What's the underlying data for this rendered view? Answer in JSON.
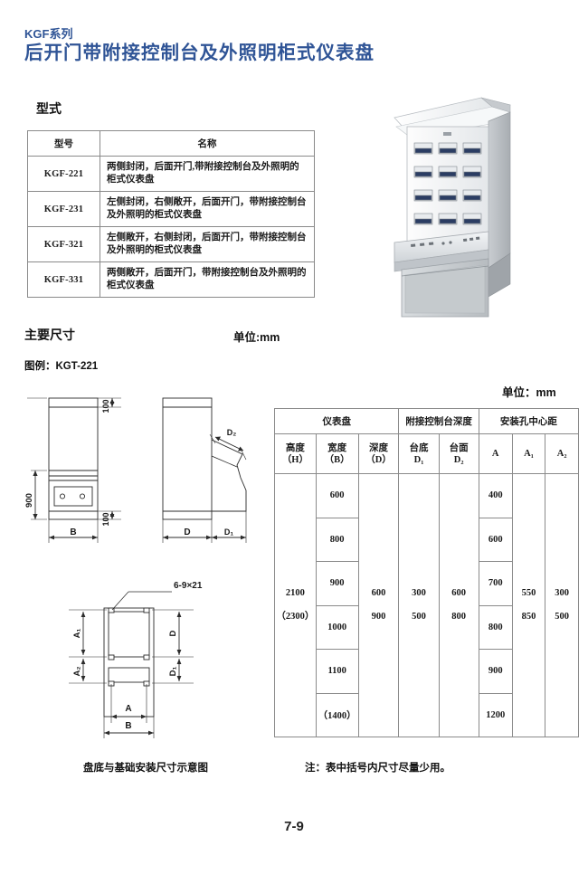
{
  "header": {
    "series": "KGF系列",
    "title": "后开门带附接控制台及外照明柜式仪表盘",
    "accent_color": "#2f5496"
  },
  "sections": {
    "model_label": "型式",
    "dimensions_label": "主要尺寸",
    "unit_label_left": "单位:mm",
    "unit_label_right": "单位：mm",
    "legend_label": "图例：KGT-221"
  },
  "model_table": {
    "headers": [
      "型号",
      "名称"
    ],
    "rows": [
      {
        "code": "KGF-221",
        "name": "两侧封闭，后面开门,带附接控制台及外照明的柜式仪表盘"
      },
      {
        "code": "KGF-231",
        "name": "左侧封闭，右侧敞开，后面开门，带附接控制台及外照明的柜式仪表盘"
      },
      {
        "code": "KGF-321",
        "name": "左侧敞开，右侧封闭，后面开门，带附接控制台及外照明的柜式仪表盘"
      },
      {
        "code": "KGF-331",
        "name": "两侧敞开，后面开门，带附接控制台及外照明的柜式仪表盘"
      }
    ]
  },
  "dim_table": {
    "group_headers": [
      "仪表盘",
      "附接控制台深度",
      "安装孔中心距"
    ],
    "sub_headers": [
      {
        "top": "高度",
        "bottom": "（H）"
      },
      {
        "top": "宽度",
        "bottom": "（B）"
      },
      {
        "top": "深度",
        "bottom": "（D）"
      },
      {
        "top": "台底",
        "bottom": "D₁"
      },
      {
        "top": "台面",
        "bottom": "D₂"
      },
      {
        "top": "A",
        "bottom": ""
      },
      {
        "top": "A₁",
        "bottom": ""
      },
      {
        "top": "A₂",
        "bottom": ""
      }
    ],
    "height_values": [
      "2100",
      "（2300）"
    ],
    "width_values": [
      "600",
      "800",
      "900",
      "1000",
      "1100",
      "（1400）"
    ],
    "depth_values": [
      "600",
      "900"
    ],
    "d1_values": [
      "300",
      "500"
    ],
    "d2_values": [
      "600",
      "800"
    ],
    "a_values": [
      "400",
      "600",
      "700",
      "800",
      "900",
      "1200"
    ],
    "a1_values": [
      "550",
      "850"
    ],
    "a2_values": [
      "300",
      "500"
    ]
  },
  "drawings": {
    "front_view": {
      "dim_top": "100",
      "dim_height": "900",
      "dim_bottom": "100",
      "dim_width": "B"
    },
    "side_view": {
      "dim_d2": "D₂",
      "dim_depth": "D",
      "dim_d1": "D₁"
    },
    "base_plan": {
      "hole_callout": "6-9×21",
      "dim_a1": "A₁",
      "dim_a2": "A₂",
      "dim_a": "A",
      "dim_b": "B",
      "dim_d": "D",
      "dim_d1": "D₁"
    },
    "base_caption": "盘底与基础安装尺寸示意图",
    "note": "注：表中括号内尺寸尽量少用。"
  },
  "page_number": "7-9"
}
